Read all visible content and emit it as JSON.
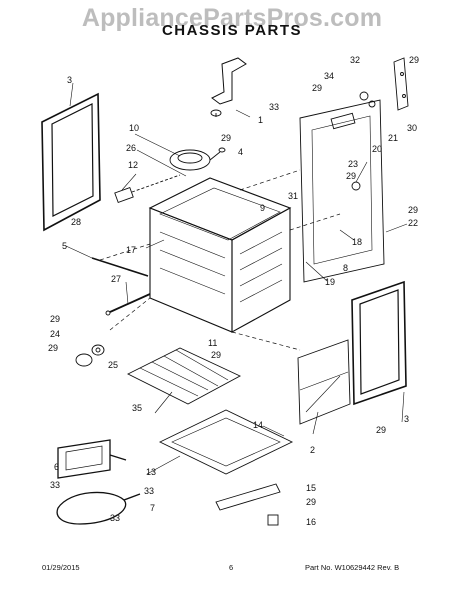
{
  "watermark": "AppliancePartsPros.com",
  "title": "CHASSIS PARTS",
  "footer": {
    "date": "01/29/2015",
    "page": "6",
    "part_no": "Part No.  W10629442  Rev. B"
  },
  "callouts": {
    "c1": "1",
    "c2": "2",
    "c3a": "3",
    "c3b": "3",
    "c4": "4",
    "c5": "5",
    "c6": "6",
    "c7": "7",
    "c8": "8",
    "c9": "9",
    "c10": "10",
    "c11": "11",
    "c12": "12",
    "c13": "13",
    "c14": "14",
    "c15": "15",
    "c16": "16",
    "c17": "17",
    "c18": "18",
    "c19": "19",
    "c20": "20",
    "c21": "21",
    "c22": "22",
    "c23": "23",
    "c24": "24",
    "c25": "25",
    "c26": "26",
    "c27": "27",
    "c28": "28",
    "c29a": "29",
    "c29b": "29",
    "c29c": "29",
    "c29d": "29",
    "c29e": "29",
    "c29f": "29",
    "c29g": "29",
    "c29h": "29",
    "c29i": "29",
    "c29j": "29",
    "c30": "30",
    "c31": "31",
    "c32": "32",
    "c33a": "33",
    "c33b": "33",
    "c33c": "33",
    "c33d": "33",
    "c34": "34",
    "c35": "35"
  }
}
